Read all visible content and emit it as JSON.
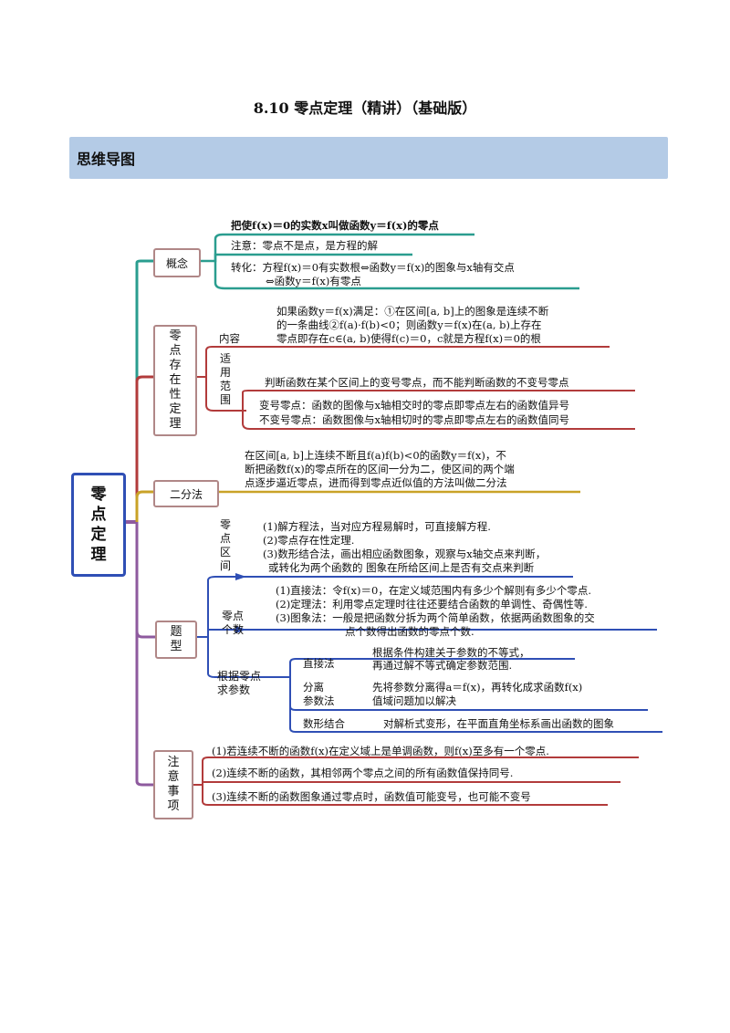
{
  "title": "8.10  零点定理（精讲）（基础版）",
  "banner": "思维导图",
  "root": "零点定理",
  "concept": {
    "label": "概念",
    "def": "把使f(x)＝0的实数x叫做函数y＝f(x)的零点",
    "note": "注意：零点不是点，是方程的解",
    "transform1": "转化：方程f(x)＝0有实数根⇔函数y＝f(x)的图象与x轴有交点",
    "transform2": "⇔函数y＝f(x)有零点"
  },
  "existence": {
    "label": "零点存在性定理",
    "content_label": "内容",
    "content1": "如果函数y＝f(x)满足：①在区间[a, b]上的图象是连续不断",
    "content2": "的一条曲线②f(a)·f(b)<0；则函数y＝f(x)在(a, b)上存在",
    "content3": "零点即存在c∈(a, b)使得f(c)＝0，c就是方程f(x)＝0的根",
    "scope_label": "适用范围",
    "scope_main": "判断函数在某个区间上的变号零点，而不能判断函数的不变号零点",
    "scope_sub1": "变号零点：函数的图像与x轴相交时的零点即零点左右的函数值异号",
    "scope_sub2": "不变号零点：函数图像与x轴相切时的零点即零点左右的函数值同号"
  },
  "bisection": {
    "label": "二分法",
    "text1": "在区间[a, b]上连续不断且f(a)f(b)<0的函数y＝f(x)，不",
    "text2": "断把函数f(x)的零点所在的区间一分为二，使区间的两个端",
    "text3": "点逐步逼近零点，进而得到零点近似值的方法叫做二分法"
  },
  "problems": {
    "label": "题型",
    "interval_label": "零点区间",
    "interval1": "(1)解方程法，当对应方程易解时，可直接解方程.",
    "interval2": "(2)零点存在性定理.",
    "interval3": "(3)数形结合法，画出相应函数图象，观察与x轴交点来判断，",
    "interval4": "或转化为两个函数的 图象在所给区间上是否有交点来判断",
    "count_label": "零点个数",
    "count1": "(1)直接法：令f(x)＝0，在定义域范围内有多少个解则有多少个零点.",
    "count2": "(2)定理法：利用零点定理时往往还要结合函数的单调性、奇偶性等.",
    "count3": "(3)图象法：一般是把函数分拆为两个简单函数，依据两函数图象的交",
    "count4": "点个数得出函数的零点个数.",
    "param_label": "根据零点求参数",
    "direct_label": "直接法",
    "direct1": "根据条件构建关于参数的不等式，",
    "direct2": "再通过解不等式确定参数范围.",
    "sep_label1": "分离",
    "sep_label2": "参数法",
    "sep1": "先将参数分离得a＝f(x)，再转化成求函数f(x)",
    "sep2": "值域问题加以解决",
    "shape_label": "数形结合",
    "shape_text": "对解析式变形，在平面直角坐标系画出函数的图象"
  },
  "notes": {
    "label": "注意事项",
    "n1": "(1)若连续不断的函数f(x)在定义域上是单调函数，则f(x)至多有一个零点.",
    "n2": "(2)连续不断的函数，其相邻两个零点之间的所有函数值保持同号.",
    "n3": "(3)连续不断的函数图象通过零点时，函数值可能变号，也可能不变号"
  },
  "colors": {
    "teal": "#2a9d8f",
    "red": "#b23b3b",
    "gold": "#c9a227",
    "purple": "#8e5a9e",
    "blue": "#2f4fb5",
    "banner": "#b4cbe6"
  }
}
